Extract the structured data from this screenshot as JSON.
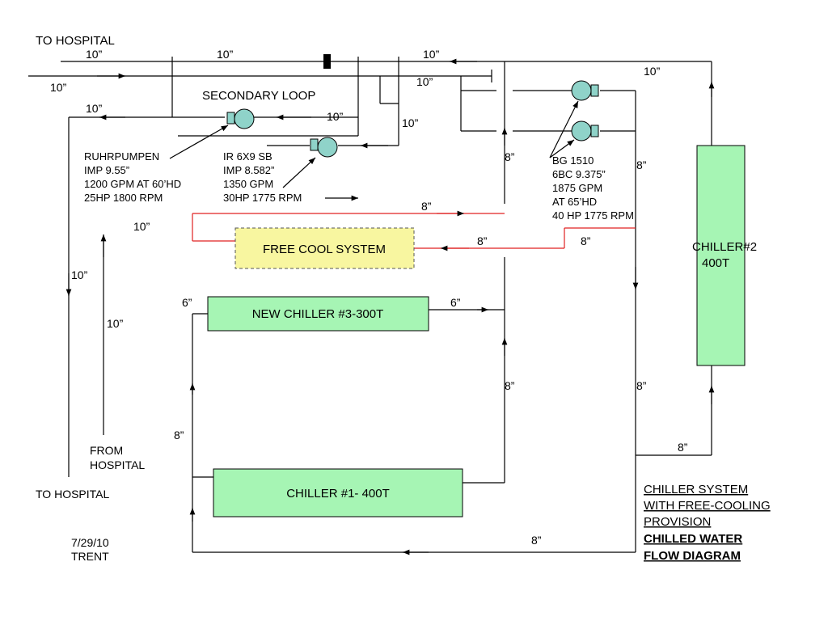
{
  "labels": {
    "to_hospital_top": "TO HOSPITAL",
    "to_hospital_bottom": "TO HOSPITAL",
    "from_hospital_1": "FROM",
    "from_hospital_2": "HOSPITAL",
    "secondary_loop": "SECONDARY LOOP",
    "date": "7/29/10",
    "author": "TRENT"
  },
  "pipe_sizes": {
    "p10": "10”",
    "p8": "8”",
    "p6": "6”"
  },
  "equipment": {
    "free_cool": "FREE COOL SYSTEM",
    "chiller3": "NEW CHILLER #3-300T",
    "chiller1": "CHILLER #1- 400T",
    "chiller2_line1": "CHILLER#2",
    "chiller2_line2": "400T"
  },
  "pump_specs": {
    "ruhr": [
      "RUHRPUMPEN",
      "IMP 9.55”",
      "1200 GPM AT 60’HD",
      "25HP 1800 RPM"
    ],
    "ir": [
      "IR 6X9 SB",
      "IMP 8.582”",
      "1350 GPM",
      "30HP 1775 RPM"
    ],
    "bg": [
      "BG 1510",
      "6BC 9.375”",
      "1875 GPM",
      "AT 65’HD",
      "40 HP 1775 RPM"
    ]
  },
  "title_block": {
    "line1": "CHILLER SYSTEM",
    "line2": "WITH FREE-COOLING",
    "line3": "PROVISION",
    "line4": "CHILLED WATER",
    "line5": "FLOW DIAGRAM"
  },
  "colors": {
    "pipe": "#000000",
    "free_cool_pipe": "#e02020",
    "chiller_fill": "#a6f5b4",
    "free_cool_fill": "#f8f6a0",
    "pump_fill": "#8fd3c9"
  }
}
